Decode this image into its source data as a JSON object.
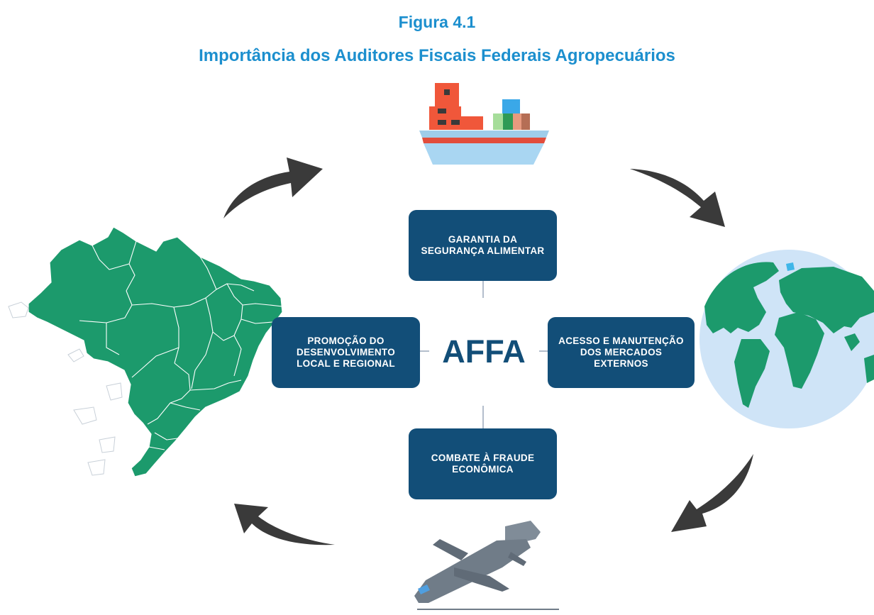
{
  "figure": {
    "label": "Figura 4.1",
    "title": "Importância dos Auditores Fiscais Federais Agropecuários"
  },
  "center_label": "AFFA",
  "boxes": {
    "top": "GARANTIA DA SEGURANÇA ALIMENTAR",
    "left": "PROMOÇÃO DO DESENVOLVIMENTO LOCAL E REGIONAL",
    "right": "ACESSO E MANUTENÇÃO DOS MERCADOS EXTERNOS",
    "bottom": "COMBATE À FRAUDE ECONÔMICA"
  },
  "icons": [
    "ship-icon",
    "globe-icon",
    "airplane-icon",
    "brazil-map-icon",
    "cycle-arrow-icon"
  ],
  "colors": {
    "title": "#1c8fce",
    "box_fill": "#124e78",
    "box_text": "#ffffff",
    "map_green": "#1c9a6c",
    "globe_ocean": "#cfe4f7",
    "arrow": "#3a3a3a"
  }
}
